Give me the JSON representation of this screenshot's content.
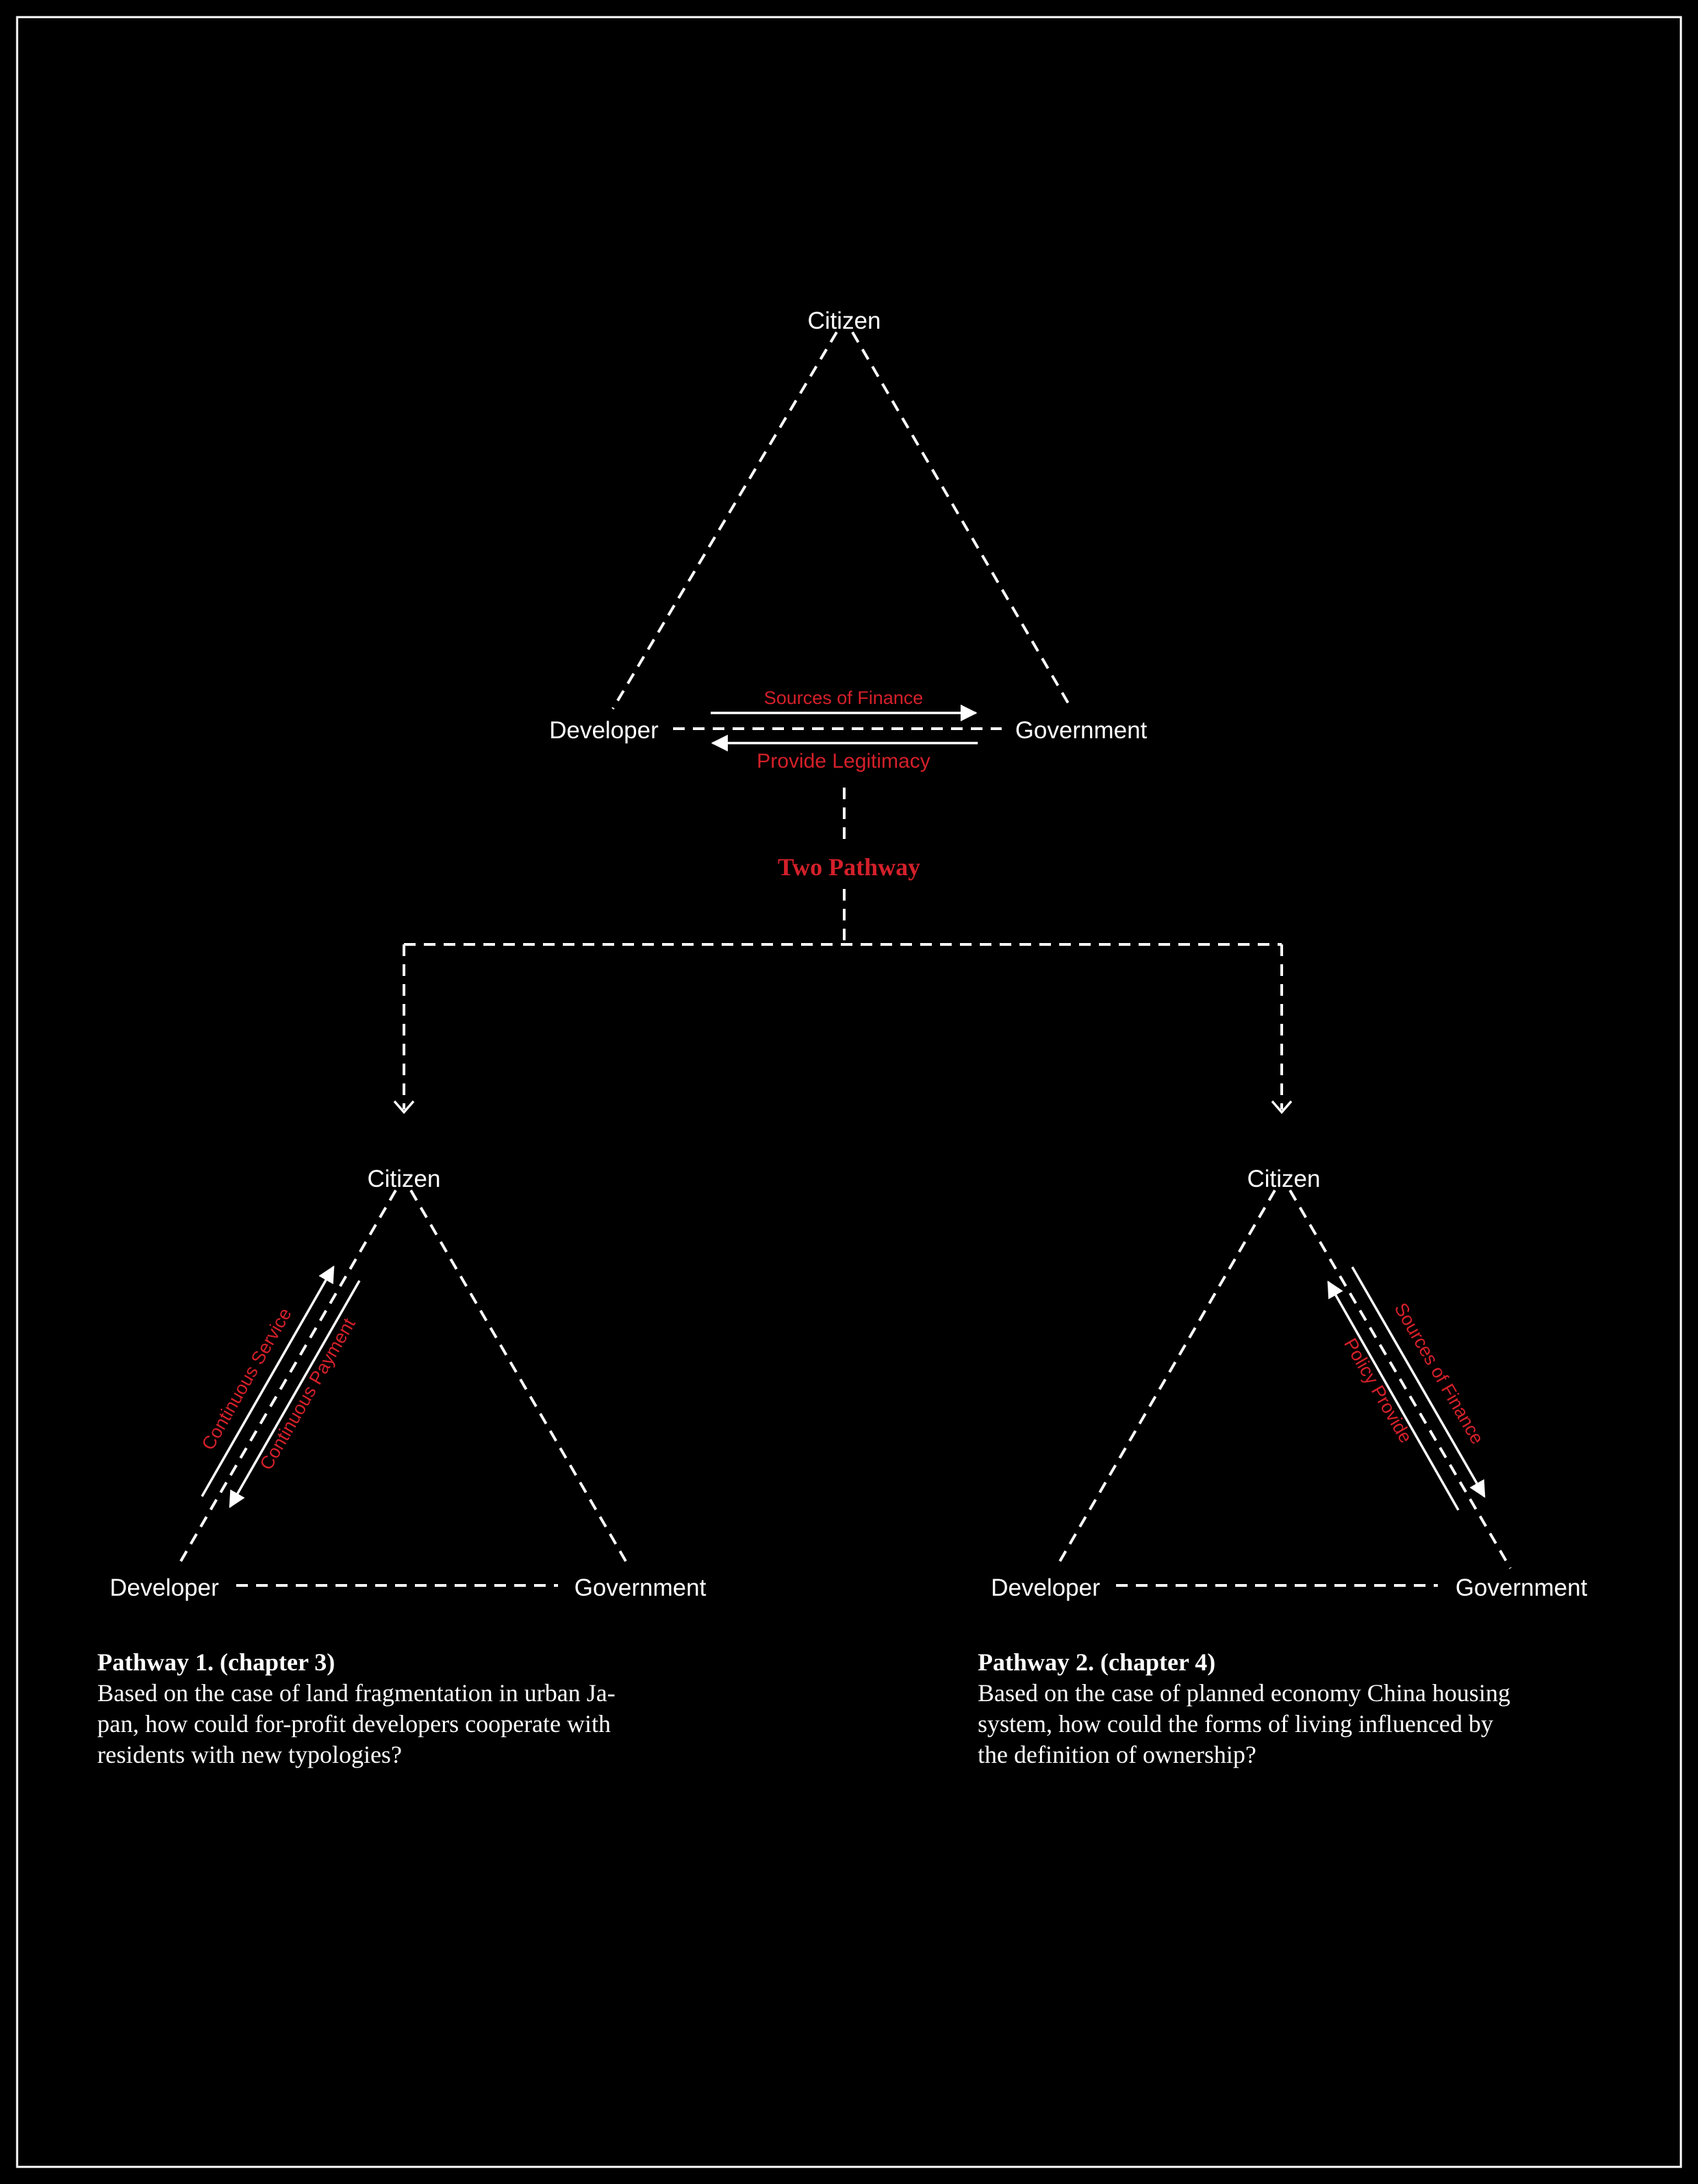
{
  "top": {
    "citizen": "Citizen",
    "developer": "Developer",
    "government": "Government",
    "arrow_top_label": "Sources of Finance",
    "arrow_bottom_label": "Provide Legitimacy"
  },
  "center_label": "Two Pathway",
  "left": {
    "citizen": "Citizen",
    "developer": "Developer",
    "government": "Government",
    "arrow_up_label": "Continuous Service",
    "arrow_down_label": "Continuous Payment"
  },
  "right": {
    "citizen": "Citizen",
    "developer": "Developer",
    "government": "Government",
    "arrow_down_label": "Sources of Finance",
    "arrow_up_label": "Policy Provide"
  },
  "pathway1": {
    "title": "Pathway 1. (chapter 3)",
    "body": "Based on the case of land fragmentation in urban Ja-\npan, how could for-profit developers cooperate with\nresidents with new typologies?"
  },
  "pathway2": {
    "title": "Pathway 2. (chapter 4)",
    "body": "Based on the case of planned economy China housing\nsystem, how could the forms of living influenced by\nthe definition  of ownership?"
  },
  "colors": {
    "background": "#000000",
    "foreground": "#ffffff",
    "accent": "#d4202a"
  }
}
